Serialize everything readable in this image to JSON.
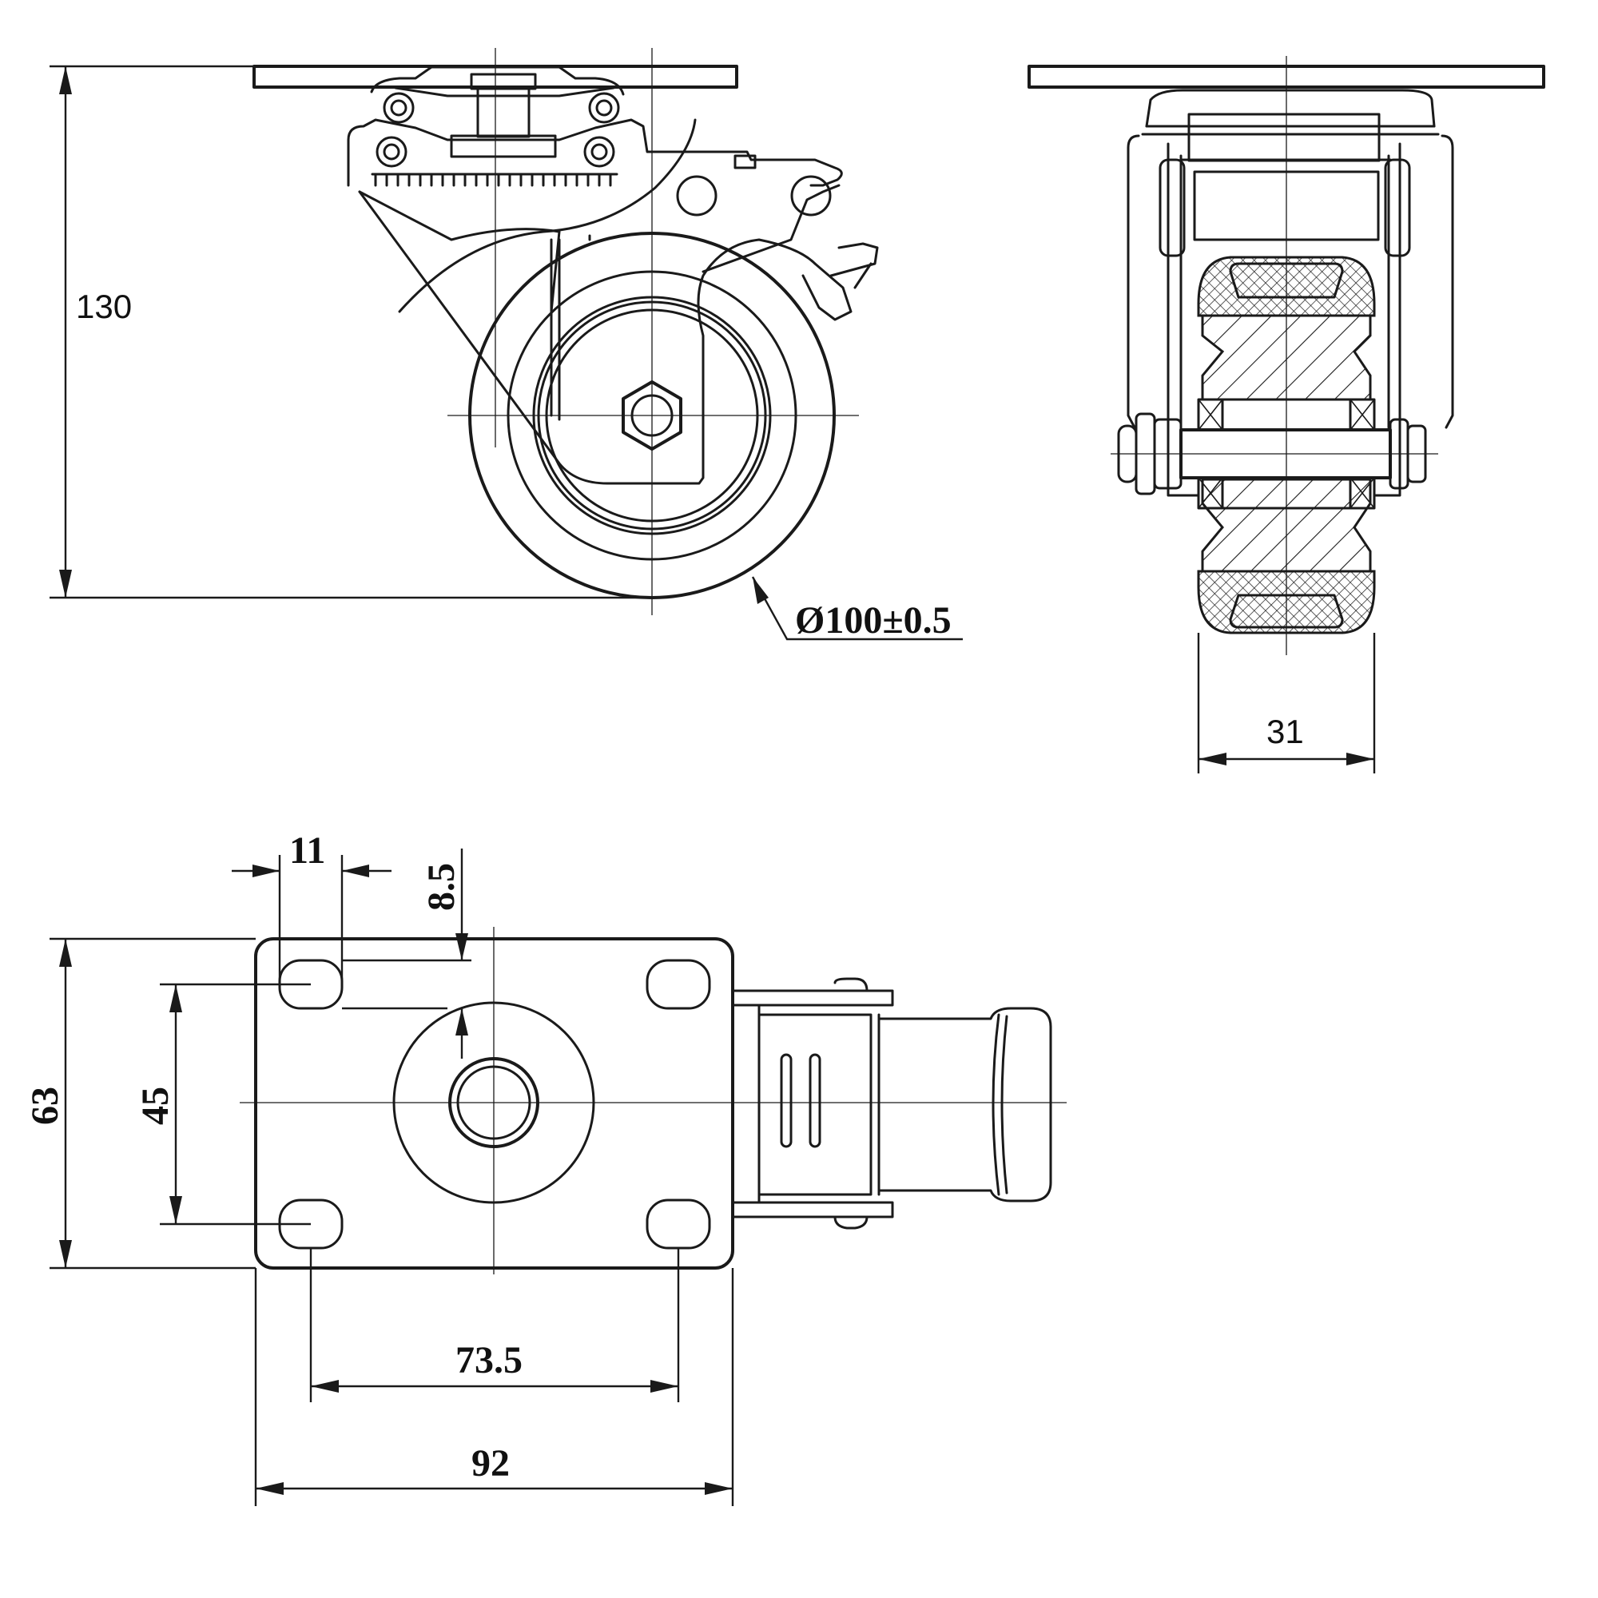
{
  "drawing": {
    "views": [
      "side-view",
      "front-view",
      "top-view"
    ],
    "dimensions": {
      "overall_height": "130",
      "wheel_diameter": "Ø100±0.5",
      "wheel_width": "31",
      "hole_diameter": "11",
      "hole_offset": "8.5",
      "plate_width": "63",
      "hole_spacing_short": "45",
      "hole_spacing_long": "73.5",
      "plate_length": "92"
    }
  }
}
